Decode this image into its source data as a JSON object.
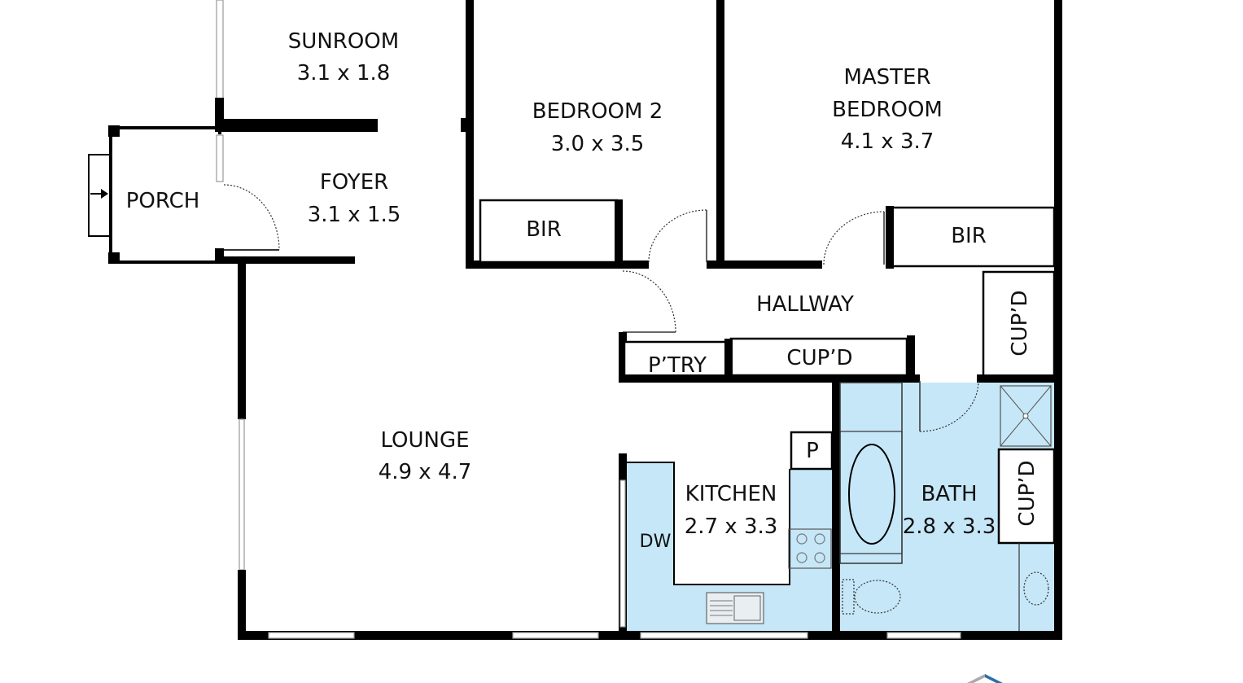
{
  "floorplan": {
    "colors": {
      "wall": "#000000",
      "wet_area": "#c6e7f8"
    },
    "rooms": {
      "sunroom": {
        "name": "SUNROOM",
        "size": "3.1 x 1.8"
      },
      "porch": {
        "name": "PORCH"
      },
      "foyer": {
        "name": "FOYER",
        "size": "3.1 x 1.5"
      },
      "bedroom2": {
        "name": "BEDROOM 2",
        "size": "3.0 x 3.5"
      },
      "bedroom2_bir": {
        "name": "BIR"
      },
      "master": {
        "name_line1": "MASTER",
        "name_line2": "BEDROOM",
        "size": "4.1 x 3.7"
      },
      "master_bir": {
        "name": "BIR"
      },
      "hallway": {
        "name": "HALLWAY"
      },
      "hall_cupd_vertical": {
        "name": "CUP’D"
      },
      "pantry": {
        "name": "P’TRY"
      },
      "hall_cupd": {
        "name": "CUP’D"
      },
      "lounge": {
        "name": "LOUNGE",
        "size": "4.9 x 4.7"
      },
      "kitchen": {
        "name": "KITCHEN",
        "size": "2.7 x 3.3"
      },
      "kitchen_p": {
        "name": "P"
      },
      "dishwasher": {
        "name": "DW"
      },
      "bath": {
        "name": "BATH",
        "size": "2.8 x 3.3"
      },
      "bath_cupd": {
        "name": "CUP’D"
      }
    }
  }
}
